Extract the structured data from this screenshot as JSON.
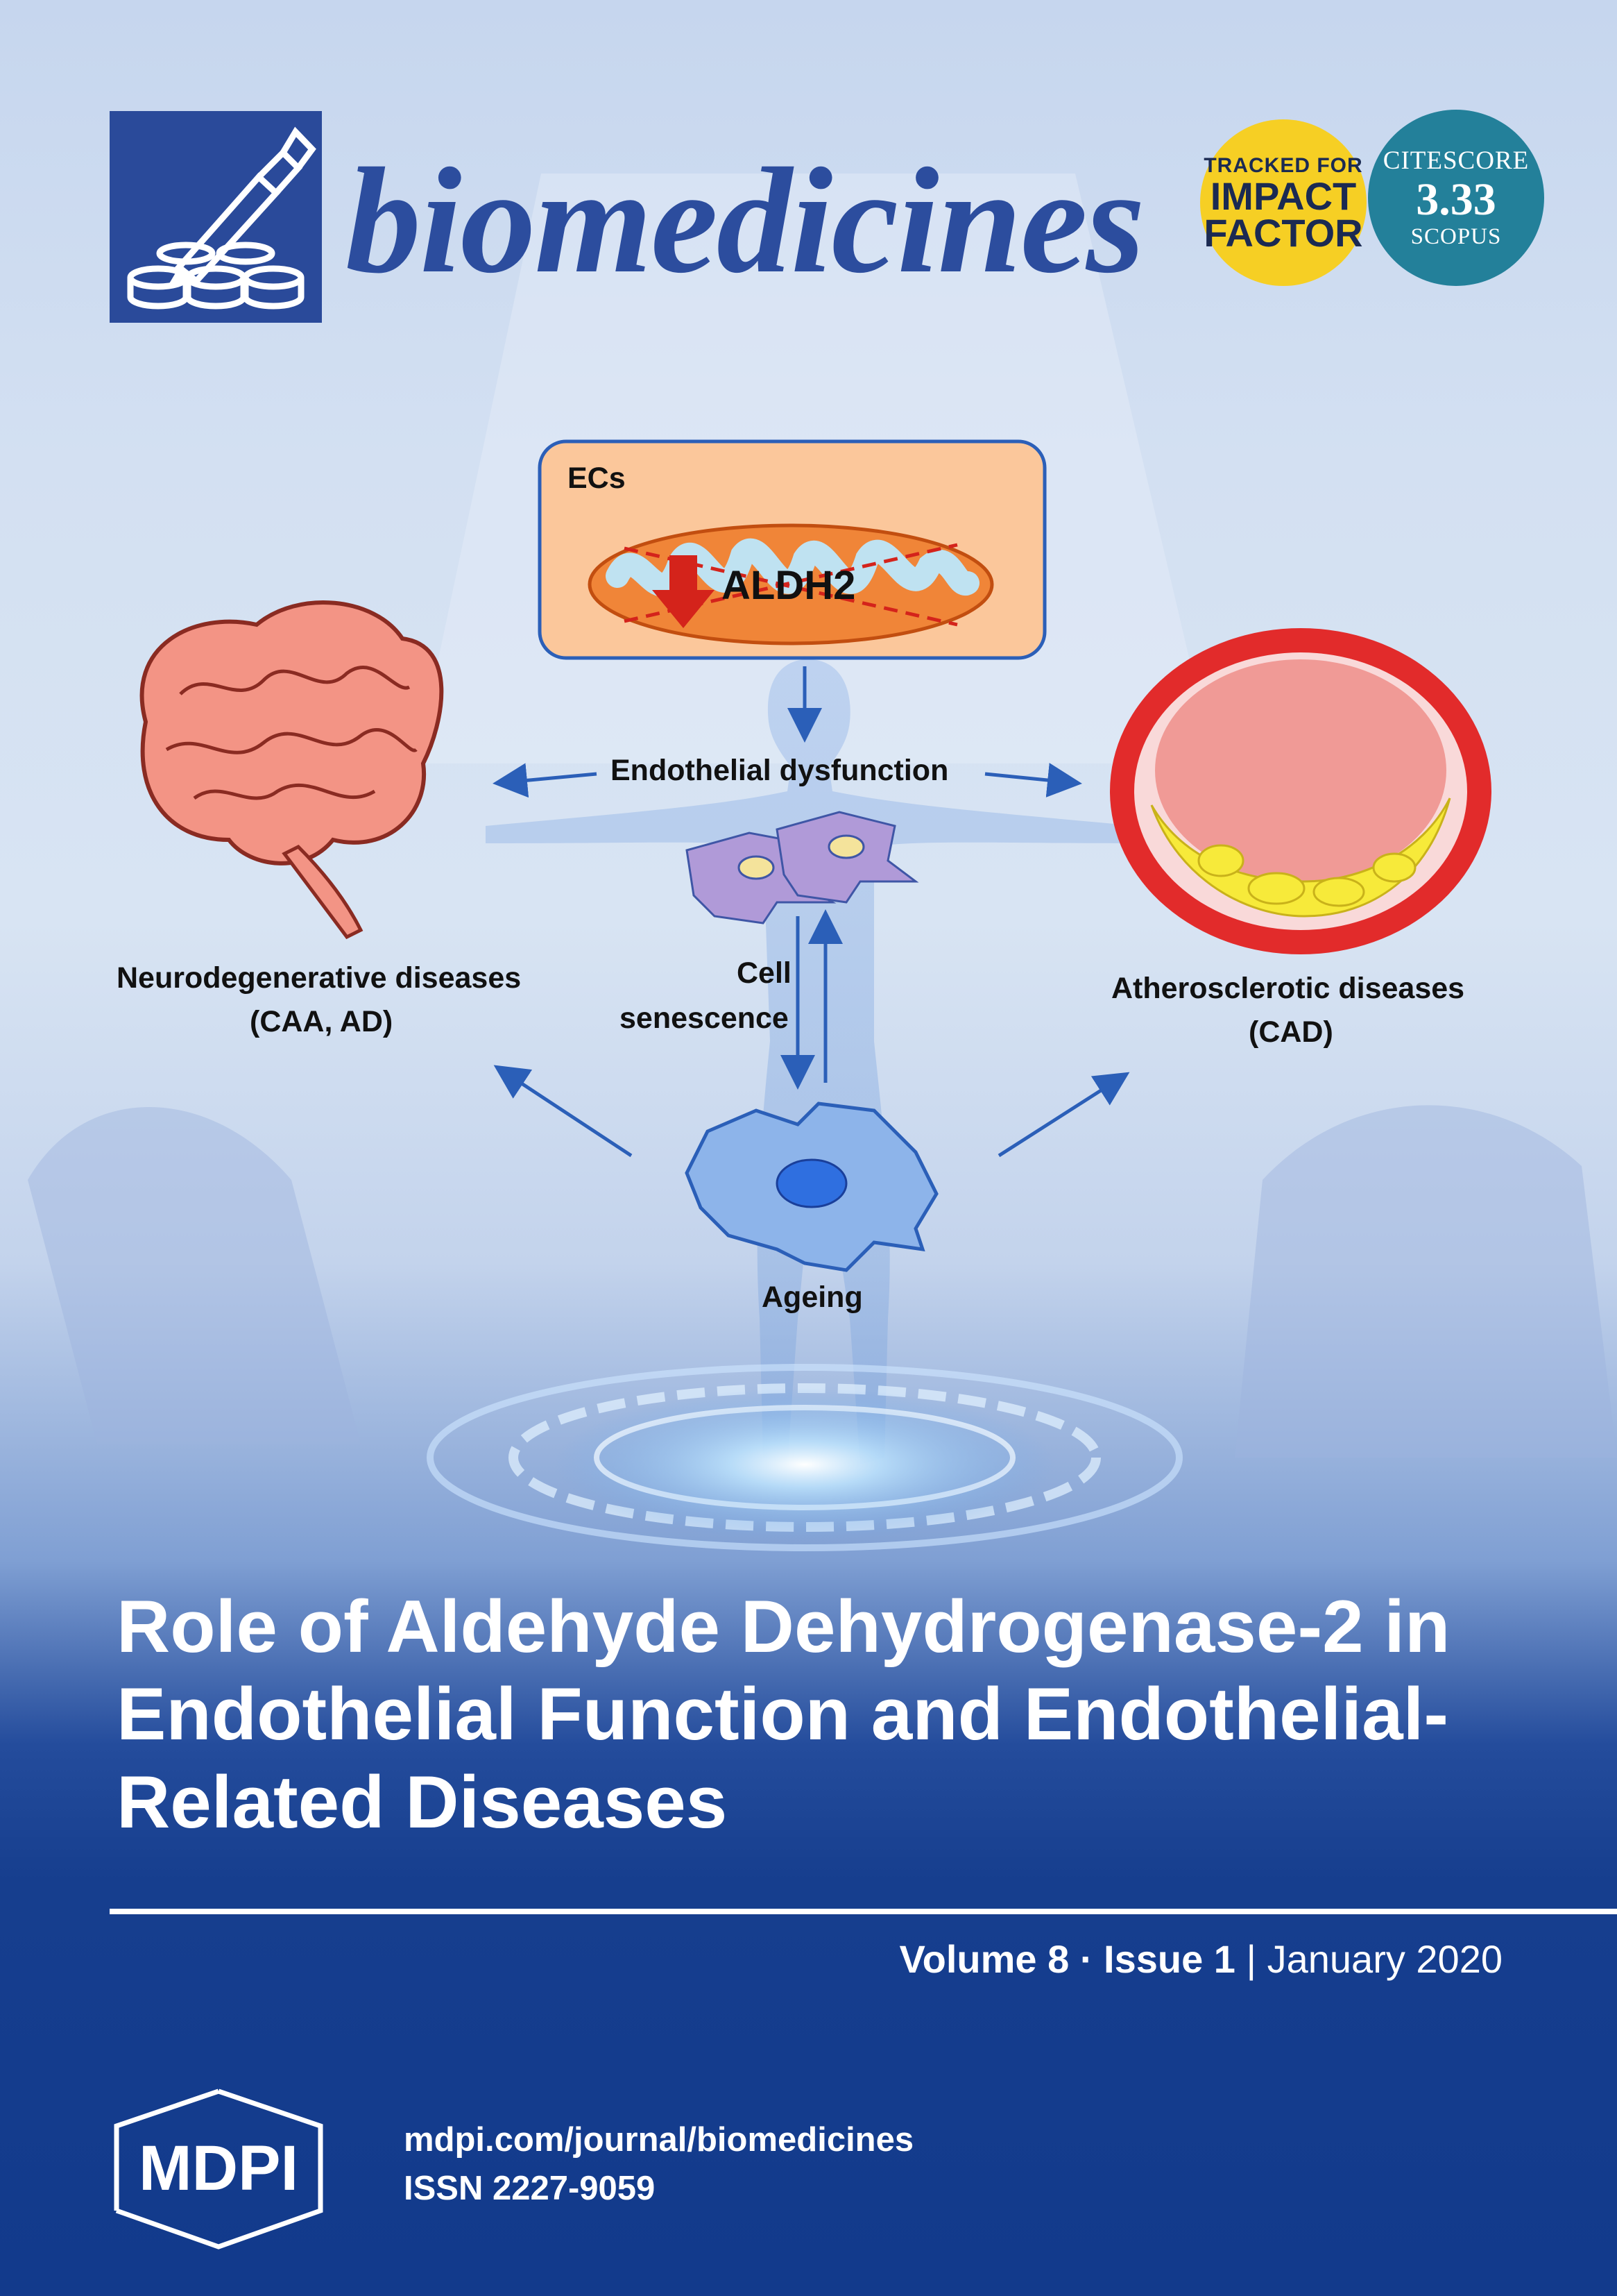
{
  "journal": {
    "name": "biomedicines"
  },
  "badges": {
    "impact": {
      "line1": "TRACKED FOR",
      "line2": "IMPACT",
      "line3": "FACTOR",
      "color": "#f6cf24"
    },
    "citescore": {
      "line1": "CITESCORE",
      "value": "3.33",
      "line3": "SCOPUS",
      "color": "#23809a"
    }
  },
  "figure": {
    "ecs_label": "ECs",
    "aldh2_label": "ALDH2",
    "endothelial_dysfunction": "Endothelial dysfunction",
    "neuro_line1": "Neurodegenerative diseases",
    "neuro_line2": "(CAA, AD)",
    "athero_line1": "Atherosclerotic diseases",
    "athero_line2": "(CAD)",
    "cell_line1": "Cell",
    "cell_line2": "senescence",
    "ageing": "Ageing"
  },
  "article": {
    "title_lines": [
      "Role of Aldehyde Dehydrogenase-2 in",
      "Endothelial Function and Endothelial-",
      "Related Diseases"
    ]
  },
  "issue": {
    "volume": "Volume 8",
    "separator": " · ",
    "issue": "Issue 1",
    "divider": " | ",
    "date": "January 2020"
  },
  "publisher": {
    "name": "MDPI",
    "url": "mdpi.com/journal/biomedicines",
    "issn": "ISSN 2227-9059"
  },
  "colors": {
    "brand_blue": "#2a4a9a",
    "footer_blue": "#123a8c"
  }
}
